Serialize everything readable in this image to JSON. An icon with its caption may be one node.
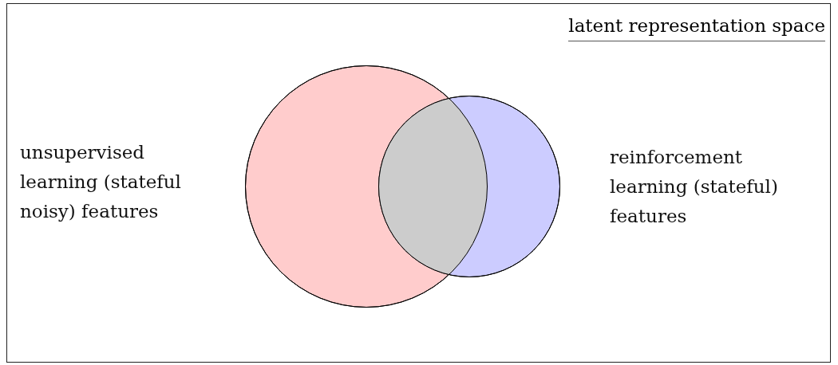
{
  "diagram": {
    "nodes": [
      {
        "text": [
          "latent representation space"
        ]
      },
      {
        "text": [],
        "shape": "circle",
        "in": 0,
        "beside": [
          "unsupervised learning (stateful noisy) features"
        ]
      },
      {
        "text": [],
        "shape": "circle",
        "in": 0,
        "beside": [
          "reinforcement learning (stateful) features"
        ]
      }
    ],
    "edges": []
  }
}
